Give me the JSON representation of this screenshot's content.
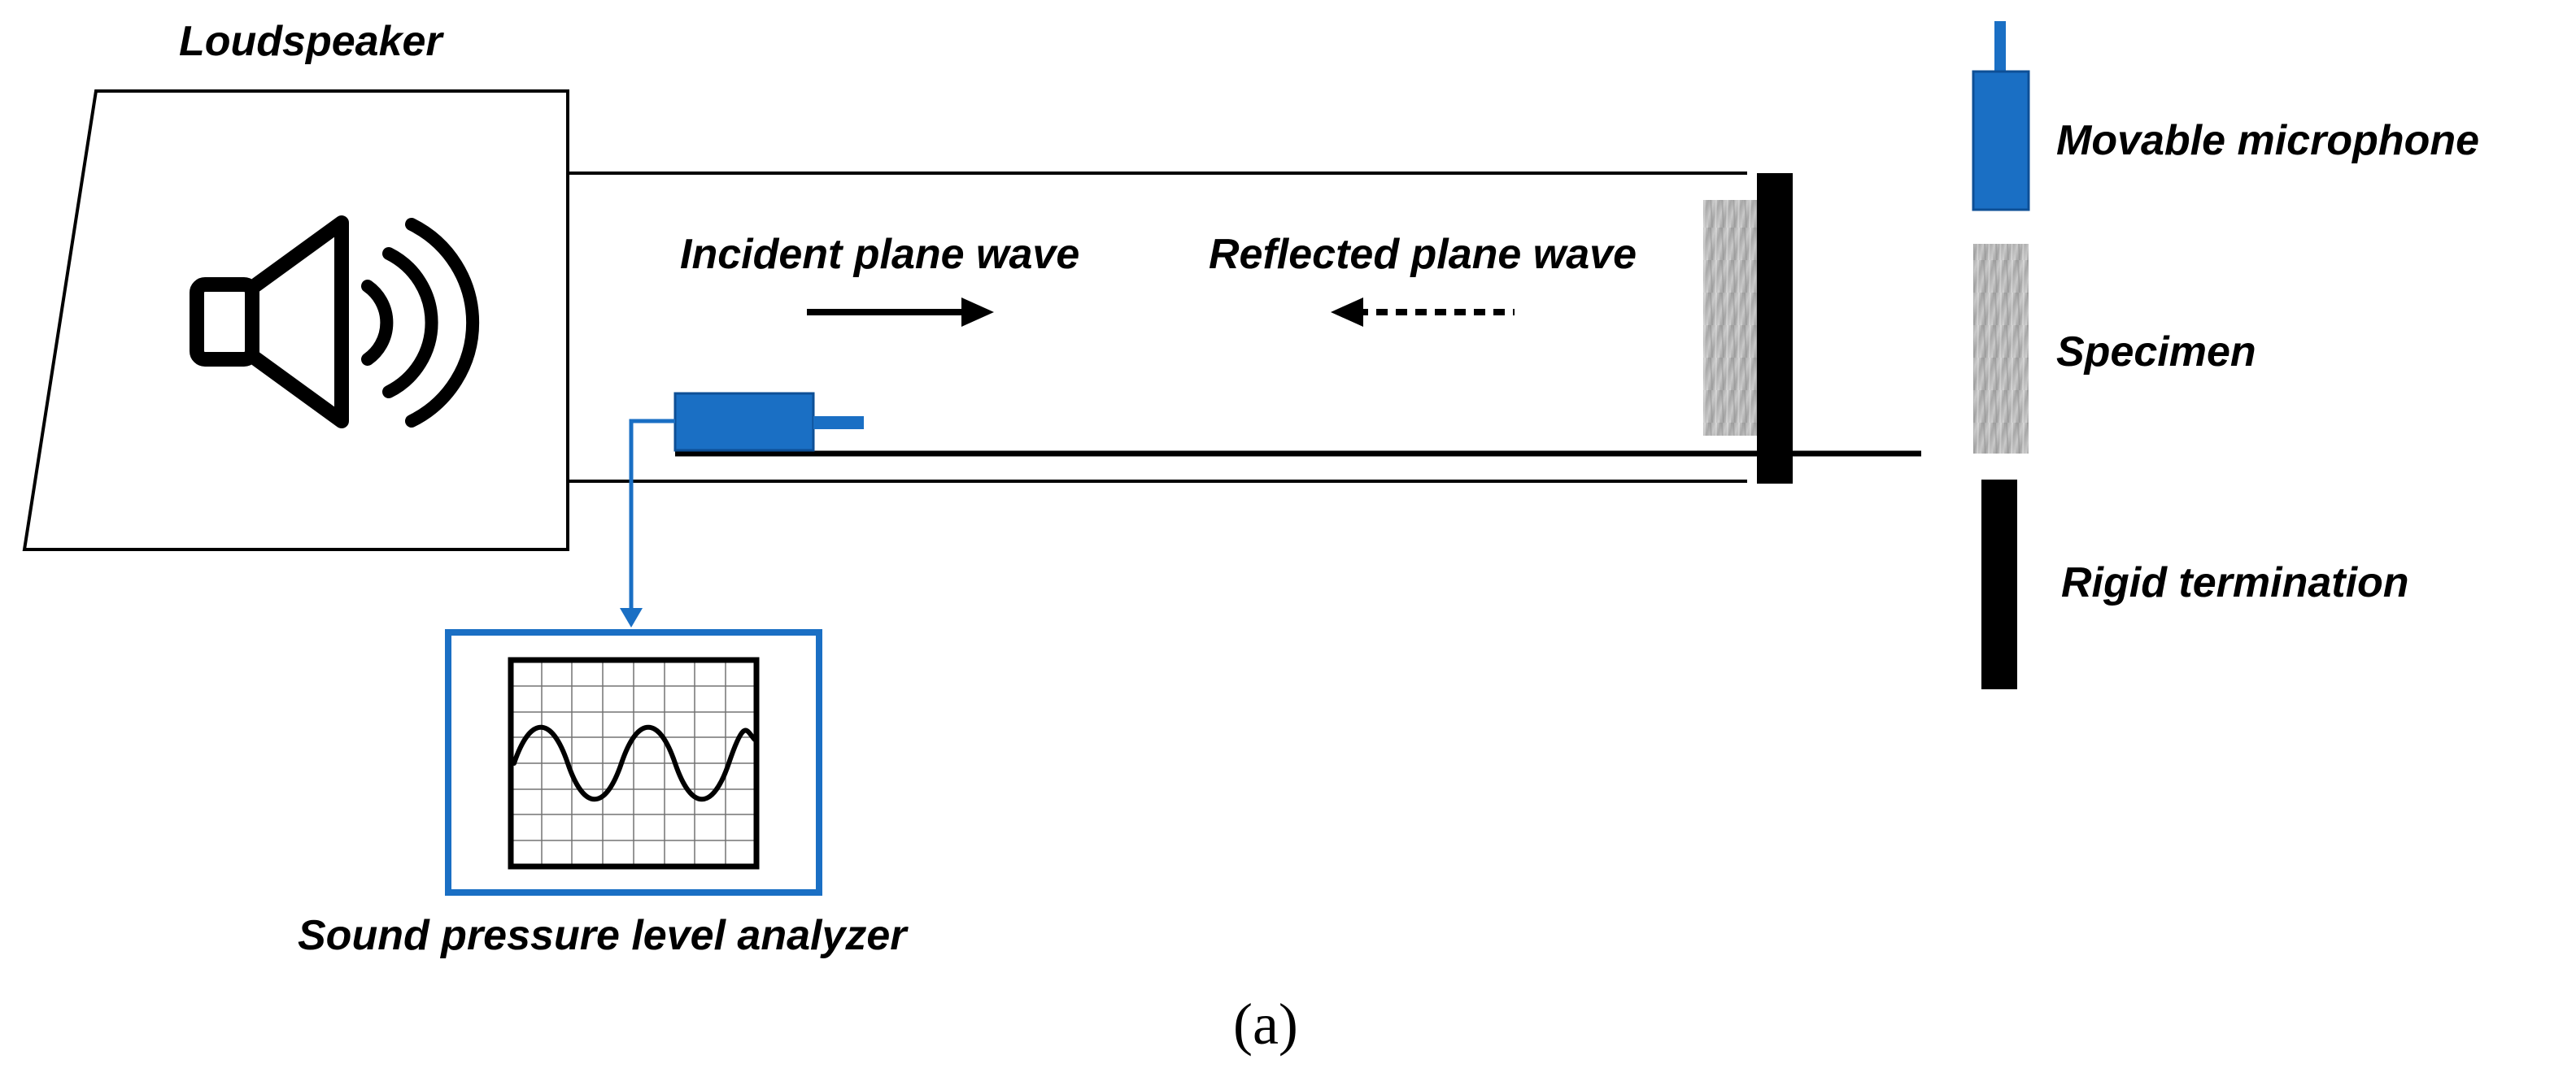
{
  "labels": {
    "loudspeaker": "Loudspeaker",
    "incident_wave": "Incident plane wave",
    "reflected_wave": "Reflected plane wave",
    "analyzer": "Sound pressure level analyzer",
    "caption": "(a)"
  },
  "legend": {
    "microphone": "Movable microphone",
    "specimen": "Specimen",
    "termination": "Rigid termination"
  },
  "colors": {
    "microphone": "#1a6fc4",
    "analyzer_frame": "#1a6fc4",
    "specimen": "#b3b3b3",
    "termination": "#000000",
    "lines": "#000000"
  },
  "icons": {
    "loudspeaker": "speaker-icon",
    "analyzer": "oscilloscope-icon"
  }
}
